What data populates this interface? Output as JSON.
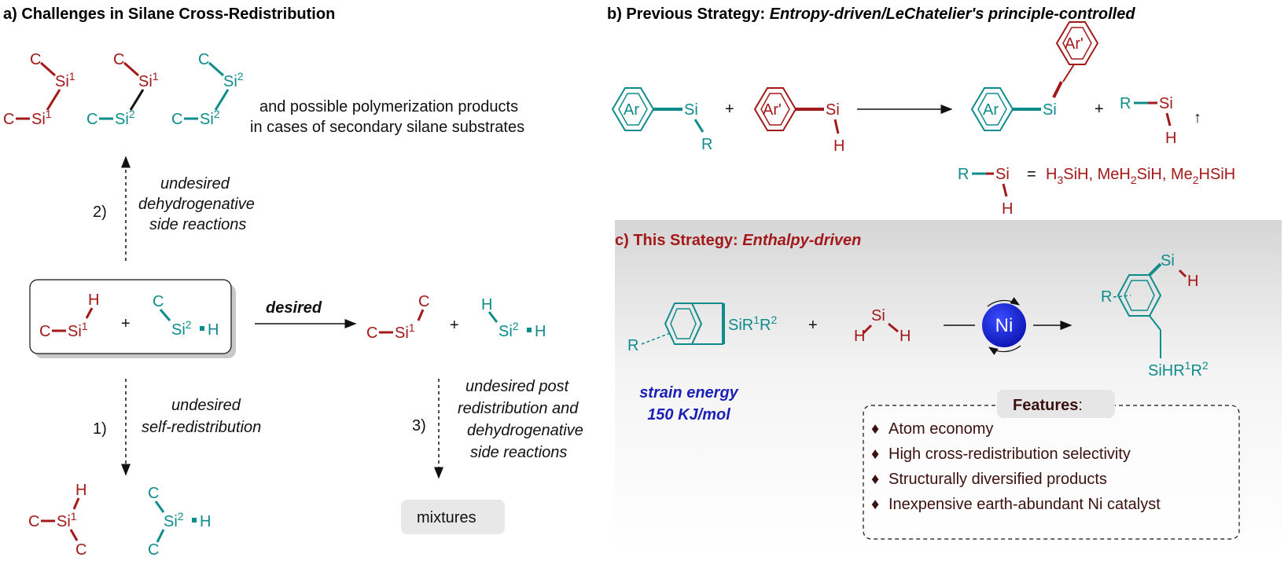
{
  "panel_a": {
    "title": "a)  Challenges in Silane Cross-Redistribution",
    "polymer_note_line1": "and possible polymerization products",
    "polymer_note_line2": "in cases of secondary silane substrates",
    "step2_label": "2)",
    "step2_line1": "undesired",
    "step2_line2": "dehydrogenative",
    "step2_line3": "side reactions",
    "desired_label": "desired",
    "step1_label": "1)",
    "step1_line1": "undesired",
    "step1_line2": "self-redistribution",
    "step3_label": "3)",
    "step3_line1": "undesired post",
    "step3_line2": "redistribution and",
    "step3_line3": "dehydrogenative",
    "step3_line4": "side reactions",
    "mixtures_label": "mixtures",
    "atom_C": "C",
    "atom_H": "H",
    "atom_Si": "Si",
    "sup_1": "1",
    "sup_2": "2",
    "plus": "+"
  },
  "panel_b": {
    "title_prefix": "b) Previous Strategy: ",
    "title_italic": "Entropy-driven/LeChatelier's principle-controlled",
    "ring_Ar": "Ar",
    "ring_Ar_prime": "Ar'",
    "atom_Si": "Si",
    "atom_R": "R",
    "atom_H": "H",
    "equals": "=",
    "def_part1": "H",
    "def_sub3": "3",
    "def_part2": "SiH, MeH",
    "def_sub2a": "2",
    "def_part3": "SiH, Me",
    "def_sub2b": "2",
    "def_part4": "HSiH",
    "plus": "+",
    "up_arrow": "↑"
  },
  "panel_c": {
    "title_prefix": "c) This Strategy: ",
    "title_italic": "Enthalpy-driven",
    "substrate_label": "SiR",
    "sup_1": "1",
    "mid_R": "R",
    "sup_2": "2",
    "atom_R": "R",
    "atom_H": "H",
    "atom_Si": "Si",
    "product_bottom": "SiHR",
    "catalyst": "Ni",
    "strain_line1": "strain energy",
    "strain_line2": "150 KJ/mol",
    "plus": "+",
    "features_title": "Features",
    "features_colon": ":",
    "bullet": "♦",
    "features": [
      "Atom economy",
      "High cross-redistribution selectivity",
      "Structurally diversified products",
      "Inexpensive earth-abundant Ni catalyst"
    ]
  },
  "colors": {
    "red": "#a31919",
    "teal": "#0e8c8c",
    "blue": "#1a1fb5"
  }
}
